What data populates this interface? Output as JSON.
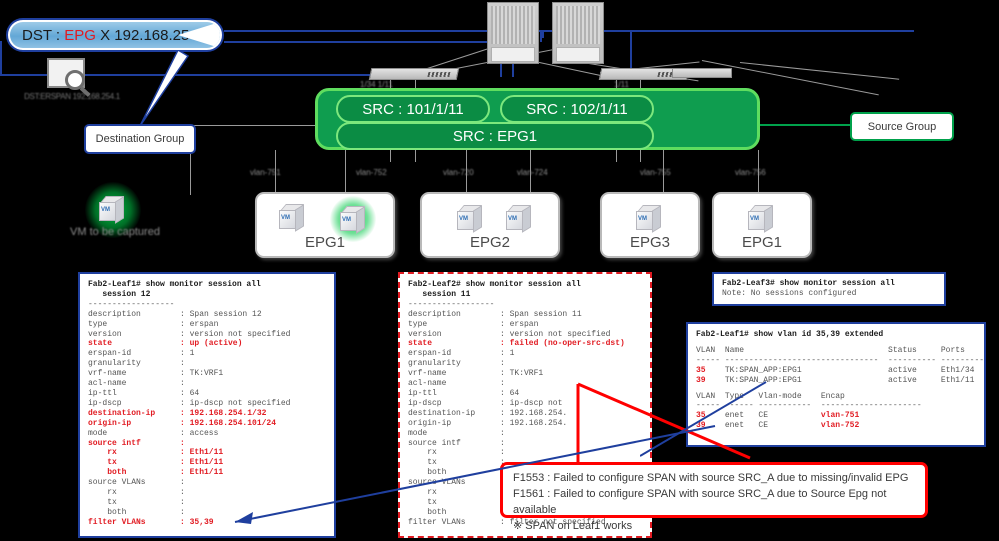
{
  "top_banner": {
    "prefix": "DST : ",
    "epg": "EPG",
    "suffix": " X 192.168.254.1"
  },
  "analyzer": {
    "label": "DST:ERSPAN 192.168.254.1",
    "icon": "packet-analyzer-icon"
  },
  "callouts": {
    "destination_group": "Destination Group",
    "source_group": "Source Group"
  },
  "legend": {
    "vm_capture": "VM to be captured"
  },
  "fabric": {
    "spines": [
      "spine-1",
      "spine-2"
    ],
    "leaves": [
      {
        "name": "leaf-1",
        "label": "1/34  1/11"
      },
      {
        "name": "leaf-2",
        "label": "1/11"
      }
    ]
  },
  "source_group": {
    "pills": [
      "SRC : 101/1/11",
      "SRC : 102/1/11"
    ],
    "epg_pill": "SRC : EPG1"
  },
  "epgs": [
    {
      "name": "EPG1",
      "vlans": [
        "vlan-751",
        "vlan-752"
      ],
      "highlight_index": 1
    },
    {
      "name": "EPG2",
      "vlans": [
        "vlan-720",
        "vlan-724"
      ],
      "highlight_index": -1
    },
    {
      "name": "EPG3",
      "vlans": [
        "vlan-755"
      ],
      "highlight_index": -1
    },
    {
      "name": "EPG1",
      "vlans": [
        "vlan-756"
      ],
      "highlight_index": -1
    }
  ],
  "cli_leaf1": {
    "prompt": "Fab2-Leaf1# show monitor session all",
    "session": "   session 12",
    "divider": "------------------",
    "rows": [
      {
        "k": "description",
        "v": "Span session 12",
        "hl": false
      },
      {
        "k": "type",
        "v": "erspan",
        "hl": false
      },
      {
        "k": "version",
        "v": "version not specified",
        "hl": false
      },
      {
        "k": "state",
        "v": "up (active)",
        "hl": true
      },
      {
        "k": "erspan-id",
        "v": "1",
        "hl": false
      },
      {
        "k": "granularity",
        "v": "",
        "hl": false
      },
      {
        "k": "vrf-name",
        "v": "TK:VRF1",
        "hl": false
      },
      {
        "k": "acl-name",
        "v": "",
        "hl": false
      },
      {
        "k": "ip-ttl",
        "v": "64",
        "hl": false
      },
      {
        "k": "ip-dscp",
        "v": "ip-dscp not specified",
        "hl": false
      },
      {
        "k": "destination-ip",
        "v": "192.168.254.1/32",
        "hl": true
      },
      {
        "k": "origin-ip",
        "v": "192.168.254.101/24",
        "hl": true
      },
      {
        "k": "mode",
        "v": "access",
        "hl": false
      },
      {
        "k": "source intf",
        "v": "",
        "hl": true
      },
      {
        "k": "    rx",
        "v": "Eth1/11",
        "hl": true
      },
      {
        "k": "    tx",
        "v": "Eth1/11",
        "hl": true
      },
      {
        "k": "    both",
        "v": "Eth1/11",
        "hl": true
      },
      {
        "k": "source VLANs",
        "v": "",
        "hl": false
      },
      {
        "k": "    rx",
        "v": "",
        "hl": false
      },
      {
        "k": "    tx",
        "v": "",
        "hl": false
      },
      {
        "k": "    both",
        "v": "",
        "hl": false
      },
      {
        "k": "filter VLANs",
        "v": "35,39",
        "hl": true
      }
    ]
  },
  "cli_leaf2": {
    "prompt": "Fab2-Leaf2# show monitor session all",
    "session": "   session 11",
    "divider": "------------------",
    "rows": [
      {
        "k": "description",
        "v": "Span session 11",
        "hl": false
      },
      {
        "k": "type",
        "v": "erspan",
        "hl": false
      },
      {
        "k": "version",
        "v": "version not specified",
        "hl": false
      },
      {
        "k": "state",
        "v": "failed (no-oper-src-dst)",
        "hl": true
      },
      {
        "k": "erspan-id",
        "v": "1",
        "hl": false
      },
      {
        "k": "granularity",
        "v": "",
        "hl": false
      },
      {
        "k": "vrf-name",
        "v": "TK:VRF1",
        "hl": false
      },
      {
        "k": "acl-name",
        "v": "",
        "hl": false
      },
      {
        "k": "ip-ttl",
        "v": "64",
        "hl": false
      },
      {
        "k": "ip-dscp",
        "v": "ip-dscp not",
        "hl": false
      },
      {
        "k": "destination-ip",
        "v": "192.168.254.",
        "hl": false
      },
      {
        "k": "origin-ip",
        "v": "192.168.254.",
        "hl": false
      },
      {
        "k": "mode",
        "v": "",
        "hl": false
      },
      {
        "k": "source intf",
        "v": "",
        "hl": false
      },
      {
        "k": "    rx",
        "v": "",
        "hl": false
      },
      {
        "k": "    tx",
        "v": "",
        "hl": false
      },
      {
        "k": "    both",
        "v": "",
        "hl": false
      },
      {
        "k": "source VLANs",
        "v": "",
        "hl": false
      },
      {
        "k": "    rx",
        "v": "",
        "hl": false
      },
      {
        "k": "    tx",
        "v": "",
        "hl": false
      },
      {
        "k": "    both",
        "v": "",
        "hl": false
      },
      {
        "k": "filter VLANs",
        "v": "filter not specified",
        "hl": false
      }
    ]
  },
  "cli_leaf3": {
    "prompt": "Fab2-Leaf3# show monitor session all",
    "note": "Note: No sessions configured"
  },
  "cli_vlan": {
    "prompt": "Fab2-Leaf1# show vlan id 35,39 extended",
    "table1": {
      "headers": [
        "VLAN",
        "Name",
        "Status",
        "Ports"
      ],
      "sep": [
        "-----",
        "--------------------------------",
        "----------",
        "-------------"
      ],
      "rows": [
        [
          "35",
          "TK:SPAN_APP:EPG1",
          "active",
          "Eth1/34"
        ],
        [
          "39",
          "TK:SPAN_APP:EPG1",
          "active",
          "Eth1/11"
        ]
      ]
    },
    "table2": {
      "headers": [
        "VLAN",
        "Type",
        "Vlan-mode",
        "Encap"
      ],
      "sep": [
        "-----",
        "------",
        "-----------",
        "---------------------"
      ],
      "rows": [
        [
          "35",
          "enet",
          "CE",
          "vlan-751"
        ],
        [
          "39",
          "enet",
          "CE",
          "vlan-752"
        ]
      ]
    }
  },
  "error_box": {
    "line1": "F1553 : Failed to configure SPAN with source SRC_A due to missing/invalid EPG",
    "line2": "F1561 : Failed to configure SPAN with source SRC_A due to Source Epg not available",
    "line3": "※  SPAN on Leaf1 works"
  },
  "colors": {
    "blue": "#1f3f9e",
    "red": "#e11b22",
    "green": "#0f9d4f",
    "green_light": "#5fdd5f"
  }
}
